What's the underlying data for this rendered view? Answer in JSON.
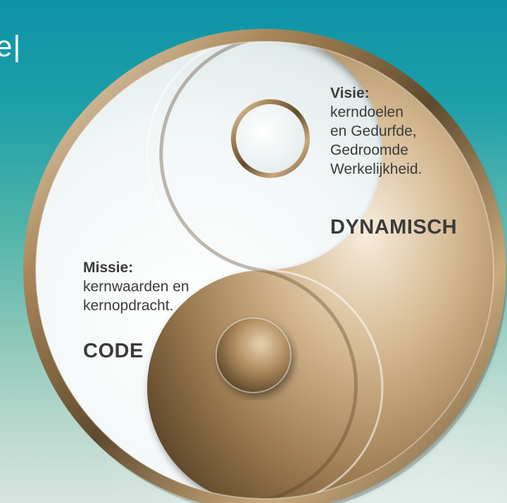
{
  "header": {
    "title_fragment": "e|"
  },
  "colors": {
    "background_top": "#0c93a7",
    "background_bottom": "#d6e5df",
    "gold_dark": "#6b5535",
    "gold_mid": "#b8946a",
    "gold_light": "#f1e4d0",
    "white_half": "#f4f8f8",
    "text": "#3b3b3b"
  },
  "yin_yang": {
    "visie": {
      "heading": "Visie:",
      "lines": [
        "kerndoelen",
        "en Gedurfde,",
        "Gedroomde",
        "Werkelijkheid."
      ],
      "keyword": "DYNAMISCH"
    },
    "missie": {
      "heading": "Missie:",
      "lines": [
        "kernwaarden en",
        "kernopdracht."
      ],
      "keyword": "CODE"
    }
  }
}
